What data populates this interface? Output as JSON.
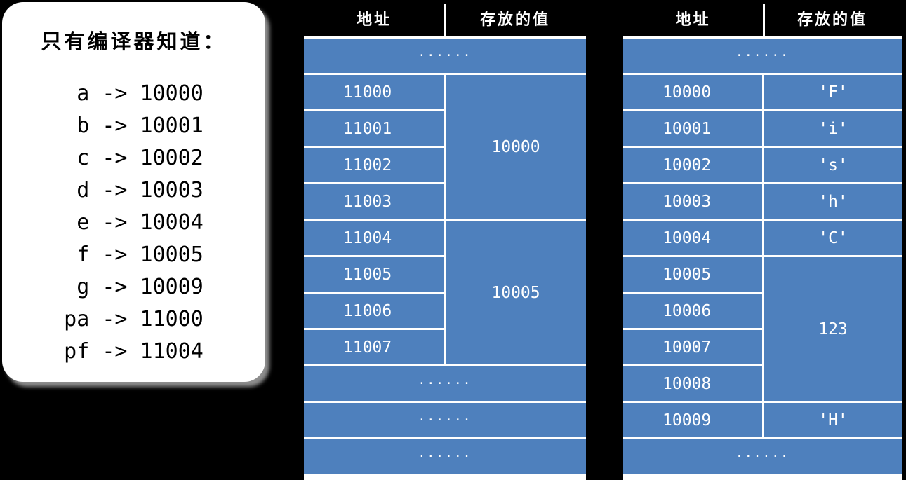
{
  "note": {
    "title": "只有编译器知道：",
    "mappings": [
      " a -> 10000",
      " b -> 10001",
      " c -> 10002",
      " d -> 10003",
      " e -> 10004",
      " f -> 10005",
      " g -> 10009",
      "pa -> 11000",
      "pf -> 11004"
    ]
  },
  "tables": [
    {
      "name": "stack-table",
      "header": {
        "address": "地址",
        "value": "存放的值"
      },
      "rows": [
        {
          "type": "ellipsis",
          "text": "······"
        },
        {
          "type": "merged-start",
          "address": "11000",
          "value": "10000",
          "span": 4
        },
        {
          "type": "addr-only",
          "address": "11001"
        },
        {
          "type": "addr-only",
          "address": "11002"
        },
        {
          "type": "addr-only",
          "address": "11003"
        },
        {
          "type": "merged-start",
          "address": "11004",
          "value": "10005",
          "span": 4
        },
        {
          "type": "addr-only",
          "address": "11005"
        },
        {
          "type": "addr-only",
          "address": "11006"
        },
        {
          "type": "addr-only",
          "address": "11007"
        },
        {
          "type": "ellipsis",
          "text": "······"
        },
        {
          "type": "ellipsis",
          "text": "······"
        },
        {
          "type": "ellipsis",
          "text": "······"
        }
      ]
    },
    {
      "name": "heap-table",
      "header": {
        "address": "地址",
        "value": "存放的值"
      },
      "rows": [
        {
          "type": "ellipsis",
          "text": "······"
        },
        {
          "type": "pair",
          "address": "10000",
          "value": "'F'"
        },
        {
          "type": "pair",
          "address": "10001",
          "value": "'i'"
        },
        {
          "type": "pair",
          "address": "10002",
          "value": "'s'"
        },
        {
          "type": "pair",
          "address": "10003",
          "value": "'h'"
        },
        {
          "type": "pair",
          "address": "10004",
          "value": "'C'"
        },
        {
          "type": "merged-start",
          "address": "10005",
          "value": "123",
          "span": 4
        },
        {
          "type": "addr-only",
          "address": "10006"
        },
        {
          "type": "addr-only",
          "address": "10007"
        },
        {
          "type": "addr-only",
          "address": "10008"
        },
        {
          "type": "pair",
          "address": "10009",
          "value": "'H'"
        },
        {
          "type": "ellipsis",
          "text": "······"
        }
      ]
    }
  ],
  "colors": {
    "cell_blue": "#4E80BD",
    "background": "#000000",
    "card": "#ffffff",
    "grid_line": "#ffffff"
  }
}
